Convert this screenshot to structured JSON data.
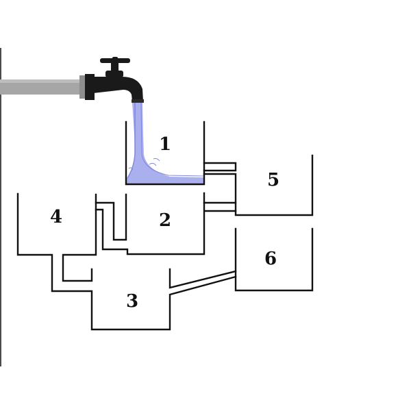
{
  "containers": [
    {
      "label": "1"
    },
    {
      "label": "2"
    },
    {
      "label": "3"
    },
    {
      "label": "4"
    },
    {
      "label": "5"
    },
    {
      "label": "6"
    }
  ],
  "colors": {
    "water": "#aab0ee",
    "water_edge": "#7f86dc",
    "pipe": "#a6a6a6",
    "faucet": "#1a1a1a",
    "wall": "#111111"
  },
  "icons": {
    "faucet": "faucet-icon",
    "supply_pipe": "pipe-icon",
    "water_stream": "water-stream-icon"
  }
}
